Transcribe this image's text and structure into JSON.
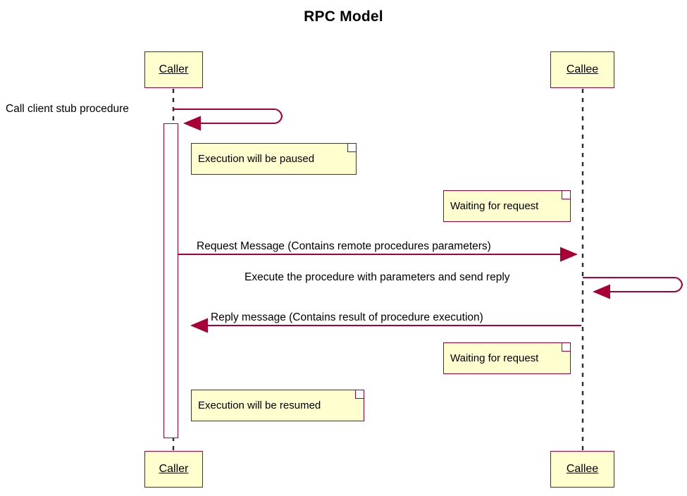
{
  "diagram": {
    "title": "RPC Model",
    "type": "uml-sequence-diagram",
    "colors": {
      "border": "#A80036",
      "note_fill": "#FEFECE",
      "participant_fill": "#FEFECE",
      "activation_fill": "#FFFFFF",
      "line": "#A80036",
      "text": "#000000",
      "background": "#FFFFFF"
    }
  },
  "participants": [
    {
      "id": "caller",
      "label": "Caller"
    },
    {
      "id": "callee",
      "label": "Callee"
    }
  ],
  "participant_boxes": [
    {
      "label": "Caller",
      "position": "top"
    },
    {
      "label": "Callee",
      "position": "top"
    },
    {
      "label": "Caller",
      "position": "bottom"
    },
    {
      "label": "Callee",
      "position": "bottom"
    }
  ],
  "messages": [
    {
      "id": "call-client-stub",
      "label": "Call client stub procedure",
      "from": "caller",
      "to": "caller",
      "kind": "self-call",
      "label_side": "left"
    },
    {
      "id": "request-message",
      "label": "Request Message (Contains remote procedures parameters)",
      "from": "caller",
      "to": "callee",
      "kind": "sync",
      "direction": "right"
    },
    {
      "id": "execute-procedure",
      "label": "Execute the procedure with parameters and send reply",
      "from": "callee",
      "to": "callee",
      "kind": "self-call",
      "label_side": "left"
    },
    {
      "id": "reply-message",
      "label": "Reply message (Contains result of procedure execution)",
      "from": "callee",
      "to": "caller",
      "kind": "sync",
      "direction": "left"
    }
  ],
  "notes": [
    {
      "id": "note-execution-paused",
      "text": "Execution will be paused",
      "attached_to": "caller"
    },
    {
      "id": "note-waiting-1",
      "text": "Waiting for request",
      "attached_to": "callee"
    },
    {
      "id": "note-waiting-2",
      "text": "Waiting for request",
      "attached_to": "callee"
    },
    {
      "id": "note-execution-resumed",
      "text": "Execution will be resumed",
      "attached_to": "caller"
    }
  ]
}
